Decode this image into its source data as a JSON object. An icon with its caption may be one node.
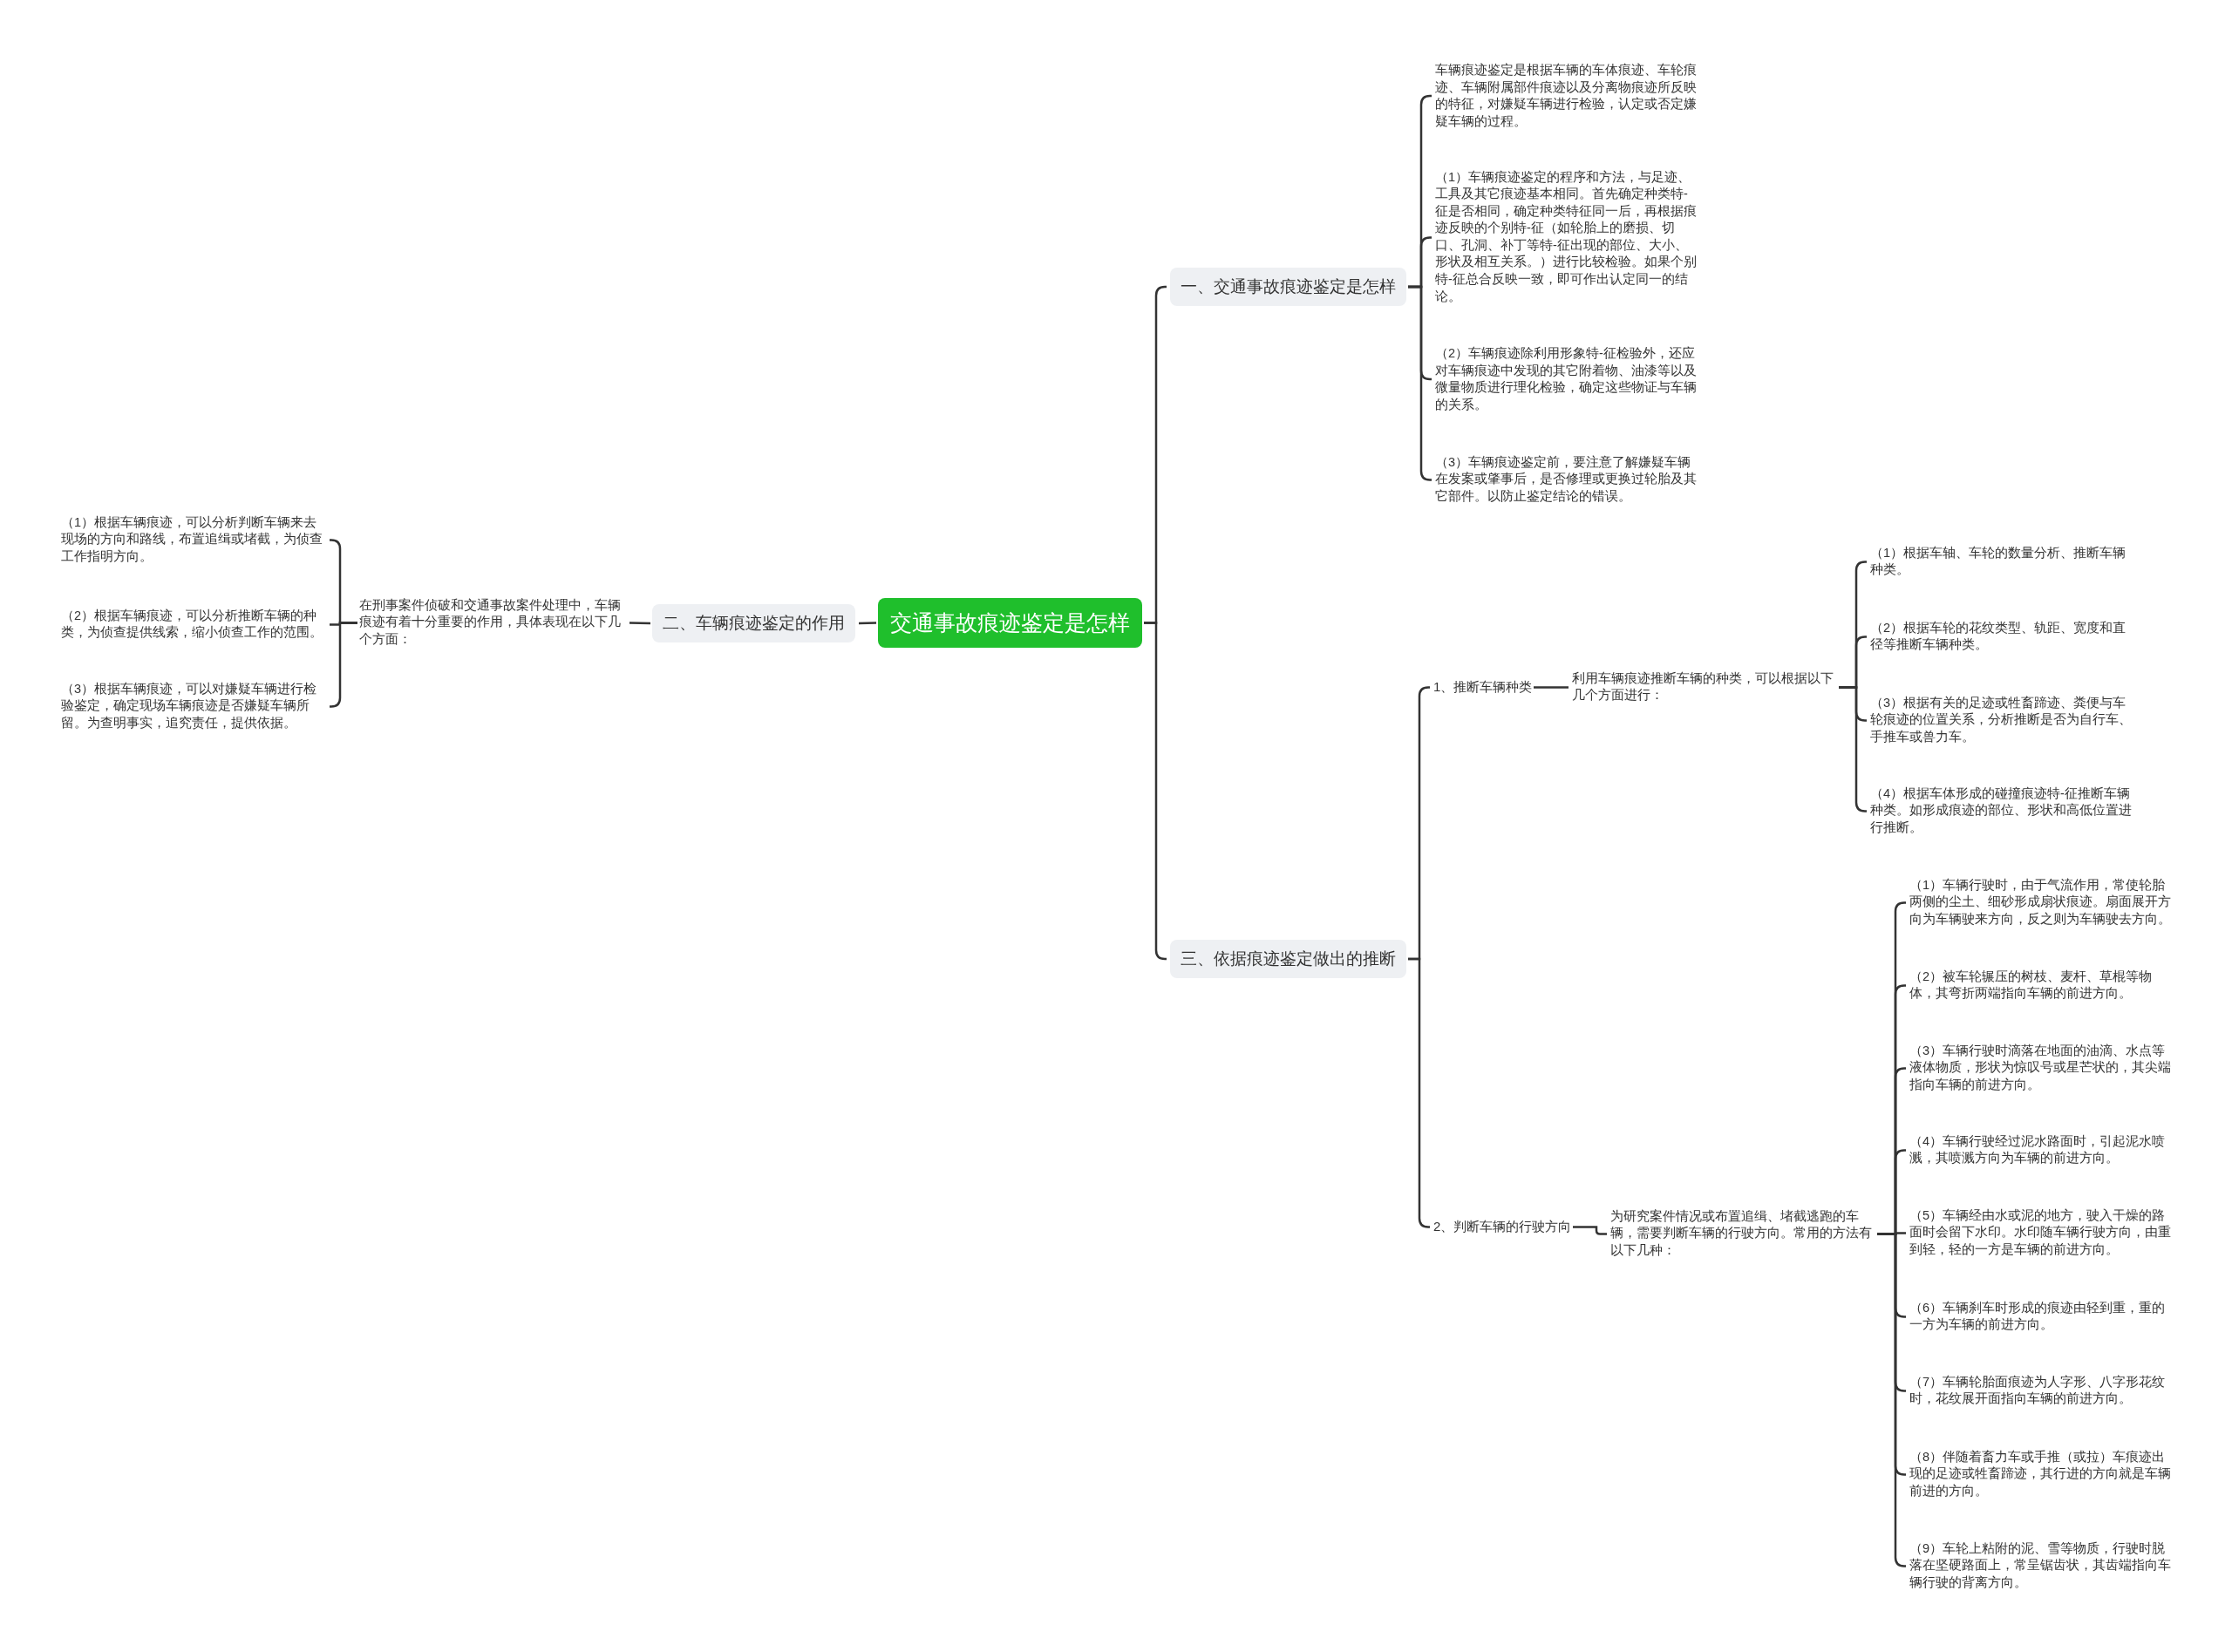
{
  "diagram": {
    "nodes": [
      {
        "text": [
          "交通事故痕迹鉴定是怎样"
        ]
      },
      {
        "text": [
          "一、交通事故痕迹鉴定是怎样"
        ]
      },
      {
        "text": [
          "车辆痕迹鉴定是根据车辆的车体痕迹、车轮痕迹、车辆附属部件痕迹以及分离物痕迹所反映的特征，对嫌疑车辆进行检验，认定或否定嫌疑车辆的过程。"
        ]
      },
      {
        "text": [
          "（1）车辆痕迹鉴定的程序和方法，与足迹、工具及其它痕迹基本相同。首先确定种类特-征是否相同，确定种类特征同一后，再根据痕迹反映的个别特-征（如轮胎上的磨损、切口、孔洞、补丁等特-征出现的部位、大小、形状及相互关系。）进行比较检验。如果个别特-征总合反映一致，即可作出认定同一的结论。"
        ]
      },
      {
        "text": [
          "（2）车辆痕迹除利用形象特-征检验外，还应对车辆痕迹中发现的其它附着物、油漆等以及微量物质进行理化检验，确定这些物证与车辆的关系。"
        ]
      },
      {
        "text": [
          "（3）车辆痕迹鉴定前，要注意了解嫌疑车辆在发案或肇事后，是否修理或更换过轮胎及其它部件。以防止鉴定结论的错误。"
        ]
      },
      {
        "text": [
          "二、车辆痕迹鉴定的作用"
        ]
      },
      {
        "text": [
          "在刑事案件侦破和交通事故案件处理中，车辆痕迹有着十分重要的作用，具体表现在以下几个方面："
        ]
      },
      {
        "text": [
          "（1）根据车辆痕迹，可以分析判断车辆来去现场的方向和路线，布置追缉或堵截，为侦查工作指明方向。"
        ]
      },
      {
        "text": [
          "（2）根据车辆痕迹，可以分析推断车辆的种类，为侦查提供线索，缩小侦查工作的范围。"
        ]
      },
      {
        "text": [
          "（3）根据车辆痕迹，可以对嫌疑车辆进行检验鉴定，确定现场车辆痕迹是否嫌疑车辆所留。为查明事实，追究责任，提供依据。"
        ]
      },
      {
        "text": [
          "三、依据痕迹鉴定做出的推断"
        ]
      },
      {
        "text": [
          "1、推断车辆种类"
        ]
      },
      {
        "text": [
          "利用车辆痕迹推断车辆的种类，可以根据以下几个方面进行："
        ]
      },
      {
        "text": [
          "（1）根据车轴、车轮的数量分析、推断车辆种类。"
        ]
      },
      {
        "text": [
          "（2）根据车轮的花纹类型、轨距、宽度和直径等推断车辆种类。"
        ]
      },
      {
        "text": [
          "（3）根据有关的足迹或牲畜蹄迹、粪便与车轮痕迹的位置关系，分析推断是否为自行车、手推车或兽力车。"
        ]
      },
      {
        "text": [
          "（4）根据车体形成的碰撞痕迹特-征推断车辆种类。如形成痕迹的部位、形状和高低位置进行推断。"
        ]
      },
      {
        "text": [
          "2、判断车辆的行驶方向"
        ]
      },
      {
        "text": [
          "为研究案件情况或布置追缉、堵截逃跑的车辆，需要判断车辆的行驶方向。常用的方法有以下几种："
        ]
      },
      {
        "text": [
          "（1）车辆行驶时，由于气流作用，常使轮胎两侧的尘土、细砂形成扇状痕迹。扇面展开方向为车辆驶来方向，反之则为车辆驶去方向。"
        ]
      },
      {
        "text": [
          "（2）被车轮辗压的树枝、麦杆、草棍等物体，其弯折两端指向车辆的前进方向。"
        ]
      },
      {
        "text": [
          "（3）车辆行驶时滴落在地面的油滴、水点等液体物质，形状为惊叹号或星芒状的，其尖端指向车辆的前进方向。"
        ]
      },
      {
        "text": [
          "（4）车辆行驶经过泥水路面时，引起泥水喷溅，其喷溅方向为车辆的前进方向。"
        ]
      },
      {
        "text": [
          "（5）车辆经由水或泥的地方，驶入干燥的路面时会留下水印。水印随车辆行驶方向，由重到轻，轻的一方是车辆的前进方向。"
        ]
      },
      {
        "text": [
          "（6）车辆刹车时形成的痕迹由轻到重，重的一方为车辆的前进方向。"
        ]
      },
      {
        "text": [
          "（7）车辆轮胎面痕迹为人字形、八字形花纹时，花纹展开面指向车辆的前进方向。"
        ]
      },
      {
        "text": [
          "（8）伴随着畜力车或手推（或拉）车痕迹出现的足迹或牲畜蹄迹，其行进的方向就是车辆前进的方向。"
        ]
      },
      {
        "text": [
          "（9）车轮上粘附的泥、雪等物质，行驶时脱落在坚硬路面上，常呈锯齿状，其齿端指向车辆行驶的背离方向。"
        ]
      }
    ],
    "edges": [
      {
        "from": 0,
        "to": 1,
        "arrow": "none"
      },
      {
        "from": 1,
        "to": 2,
        "arrow": "none"
      },
      {
        "from": 1,
        "to": 3,
        "arrow": "none"
      },
      {
        "from": 1,
        "to": 4,
        "arrow": "none"
      },
      {
        "from": 1,
        "to": 5,
        "arrow": "none"
      },
      {
        "from": 0,
        "to": 6,
        "arrow": "none"
      },
      {
        "from": 6,
        "to": 7,
        "arrow": "none"
      },
      {
        "from": 7,
        "to": 8,
        "arrow": "none"
      },
      {
        "from": 7,
        "to": 9,
        "arrow": "none"
      },
      {
        "from": 7,
        "to": 10,
        "arrow": "none"
      },
      {
        "from": 0,
        "to": 11,
        "arrow": "none"
      },
      {
        "from": 11,
        "to": 12,
        "arrow": "none"
      },
      {
        "from": 12,
        "to": 13,
        "arrow": "none"
      },
      {
        "from": 13,
        "to": 14,
        "arrow": "none"
      },
      {
        "from": 13,
        "to": 15,
        "arrow": "none"
      },
      {
        "from": 13,
        "to": 16,
        "arrow": "none"
      },
      {
        "from": 13,
        "to": 17,
        "arrow": "none"
      },
      {
        "from": 11,
        "to": 18,
        "arrow": "none"
      },
      {
        "from": 18,
        "to": 19,
        "arrow": "none"
      },
      {
        "from": 19,
        "to": 20,
        "arrow": "none"
      },
      {
        "from": 19,
        "to": 21,
        "arrow": "none"
      },
      {
        "from": 19,
        "to": 22,
        "arrow": "none"
      },
      {
        "from": 19,
        "to": 23,
        "arrow": "none"
      },
      {
        "from": 19,
        "to": 24,
        "arrow": "none"
      },
      {
        "from": 19,
        "to": 25,
        "arrow": "none"
      },
      {
        "from": 19,
        "to": 26,
        "arrow": "none"
      },
      {
        "from": 19,
        "to": 27,
        "arrow": "none"
      },
      {
        "from": 19,
        "to": 28,
        "arrow": "none"
      }
    ]
  }
}
